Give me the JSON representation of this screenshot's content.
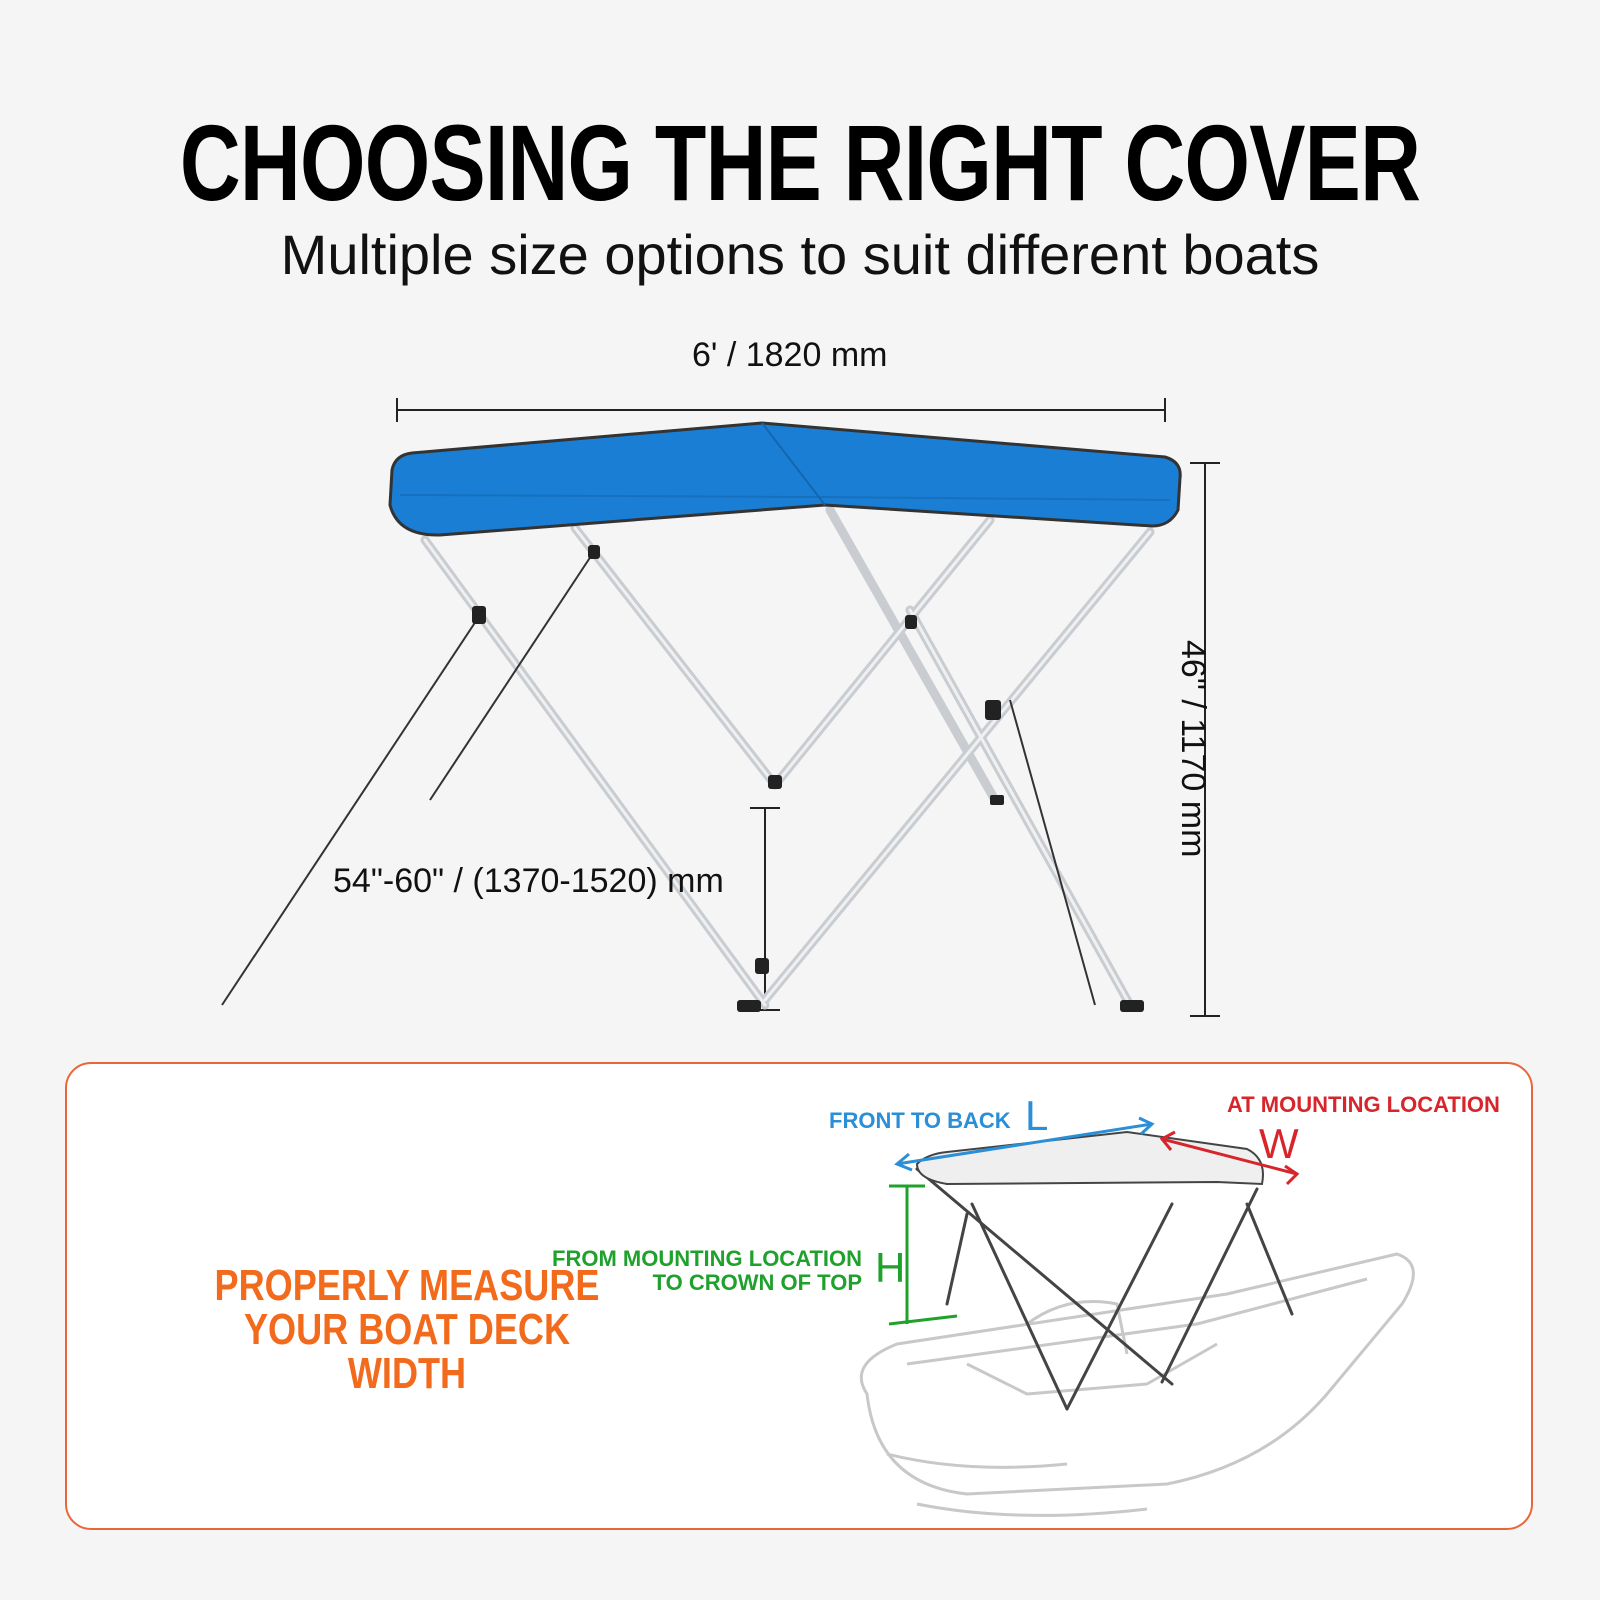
{
  "header": {
    "title": "CHOOSING THE RIGHT COVER",
    "subtitle": "Multiple size options to suit different boats"
  },
  "dimensions": {
    "width": "6' / 1820 mm",
    "height": "46\" / 1170 mm",
    "spread": "54\"-60\" / (1370-1520) mm"
  },
  "info_panel": {
    "cta_line1": "PROPERLY MEASURE",
    "cta_line2": "YOUR BOAT DECK WIDTH",
    "length_label": "FRONT TO BACK",
    "length_letter": "L",
    "width_label": "AT MOUNTING LOCATION",
    "width_letter": "W",
    "height_label_line1": "FROM MOUNTING LOCATION",
    "height_label_line2": "TO CROWN OF TOP",
    "height_letter": "H"
  },
  "colors": {
    "canopy": "#1a7fd4",
    "accent_orange": "#f26a1b",
    "length_blue": "#2a8fd6",
    "width_red": "#d7252b",
    "height_green": "#1fa12c"
  }
}
